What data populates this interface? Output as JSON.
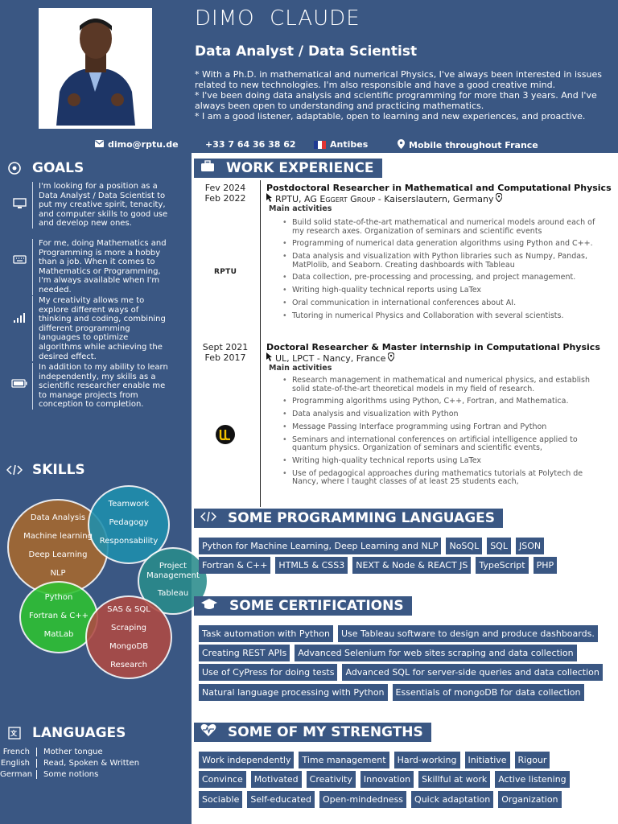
{
  "header": {
    "name": "DIMO  CLAUDE",
    "title": "Data Analyst / Data Scientist",
    "intro": [
      "* With a Ph.D. in mathematical and numerical Physics, I've always been interested in issues related to new technologies. I'm also responsible and have a good creative mind.",
      "* I've been doing data analysis and scientific programming for more than 3 years. And I've always been open to understanding and practicing mathematics.",
      "* I am a good listener, adaptable, open to learning and new experiences, and proactive."
    ],
    "contact": {
      "email": "dimo@rptu.de",
      "phone": "+33 7 64 36 38 62",
      "city": "Antibes",
      "mobility": "Mobile throughout France"
    }
  },
  "sidebar": {
    "goals_heading": "GOALS",
    "goals": [
      {
        "icon": "monitor-icon",
        "text": "I'm looking for a position as a Data Analyst / Data Scientist to put my creative spirit, tenacity, and computer skills to good use and develop new ones."
      },
      {
        "icon": "keyboard-icon",
        "text": "For me, doing Mathematics and Programming is more a hobby than a job. When it comes to Mathematics or Programming, I'm always available when I'm needed."
      },
      {
        "icon": "signal-bars-icon",
        "text": "My creativity allows me to explore different ways of thinking and coding, combining different programming languages to optimize algorithms while achieving the desired effect."
      },
      {
        "icon": "battery-icon",
        "text": "In addition to my ability to learn independently, my skills as a scientific researcher enable me to manage projects from conception to completion."
      }
    ],
    "skills_heading": "SKILLS",
    "skill_groups": [
      {
        "items": [
          "Data Analysis",
          "Machine learning",
          "Deep Learning",
          "NLP"
        ],
        "color": "#a8692d"
      },
      {
        "items": [
          "Teamwork",
          "Pedagogy",
          "Responsability"
        ],
        "color": "#1e8fae"
      },
      {
        "items": [
          "Project Management",
          "Tableau"
        ],
        "color": "#2a8c8c"
      },
      {
        "items": [
          "Python",
          "Fortran & C++",
          "MatLab"
        ],
        "color": "#2ec331"
      },
      {
        "items": [
          "SAS & SQL",
          "Scraping",
          "MongoDB",
          "Research"
        ],
        "color": "#b04a43"
      }
    ],
    "languages_heading": "LANGUAGES",
    "languages": [
      {
        "name": "French",
        "level": "Mother tongue"
      },
      {
        "name": "English",
        "level": "Read, Spoken & Written"
      },
      {
        "name": "German",
        "level": "Some notions"
      }
    ]
  },
  "work": {
    "heading": "WORK EXPERIENCE",
    "jobs": [
      {
        "date_end": "Fev 2024",
        "date_start": "Feb 2022",
        "title": "Postdoctoral Researcher in Mathematical and Computational Physics",
        "org_prefix": "RPTU, AG ",
        "org_smallcaps": "Eggert Group",
        "org_place": " - Kaiserslautern, Germany",
        "main_label": "Main activities",
        "logo": "RPTU",
        "activities": [
          "Build solid state-of-the-art mathematical and numerical models around each of my research axes. Organization of seminars and scientific events",
          "Programming of numerical data generation algorithms using Python and C++.",
          "Data analysis and visualization with Python libraries such as Numpy, Pandas, MatPlolib, and Seaborn. Creating dashboards with Tableau",
          "Data collection, pre-processing and processing, and project management.",
          "Writing high-quality technical reports using LaTex",
          "Oral communication in international conferences about AI.",
          "Tutoring in numerical Physics and Collaboration with several scientists."
        ]
      },
      {
        "date_end": "Sept 2021",
        "date_start": "Feb 2017",
        "title": "Doctoral Researcher & Master internship in Computational Physics",
        "org_prefix": "UL, LPCT - Nancy, France",
        "org_smallcaps": "",
        "org_place": "",
        "main_label": "Main activities",
        "logo": "UL",
        "activities": [
          "Research management in mathematical and numerical physics, and establish solid state-of-the-art theoretical models in my field of research.",
          "Programming algorithms using Python, C++, Fortran, and Mathematica.",
          "Data analysis and visualization with Python",
          "Message Passing Interface programming using Fortran and Python",
          "Seminars and international conferences on artificial intelligence applied to quantum physics. Organization of seminars and scientific events,",
          "Writing high-quality technical reports using LaTex",
          "Use of pedagogical approaches during mathematics tutorials at Polytech de Nancy, where I taught classes of at least 25 students each,"
        ]
      }
    ]
  },
  "programming": {
    "heading": "SOME PROGRAMMING LANGUAGES",
    "rows": [
      [
        "Python for Machine Learning, Deep Learning and NLP",
        "NoSQL",
        "SQL",
        "JSON"
      ],
      [
        "Fortran & C++",
        "HTML5 & CSS3",
        "NEXT & Node & REACT JS",
        "TypeScript",
        "PHP"
      ]
    ]
  },
  "certifications": {
    "heading": "SOME CERTIFICATIONS",
    "rows": [
      [
        "Task automation with Python",
        "Use Tableau software to design and produce dashboards."
      ],
      [
        "Creating REST APIs",
        "Advanced Selenium for web sites scraping and data collection"
      ],
      [
        "Use of CyPress for doing tests",
        "Advanced SQL for server-side queries and data collection"
      ],
      [
        "Natural language processing with Python",
        "Essentials of mongoDB for data collection"
      ]
    ]
  },
  "strengths": {
    "heading": "SOME OF MY STRENGTHS",
    "rows": [
      [
        "Work independently",
        "Time management",
        "Hard-working",
        "Initiative",
        "Rigour"
      ],
      [
        "Convince",
        "Motivated",
        "Creativity",
        "Innovation",
        "Skillful at work",
        "Active listening"
      ],
      [
        "Sociable",
        "Self-educated",
        "Open-mindedness",
        "Quick adaptation",
        "Organization"
      ]
    ]
  }
}
